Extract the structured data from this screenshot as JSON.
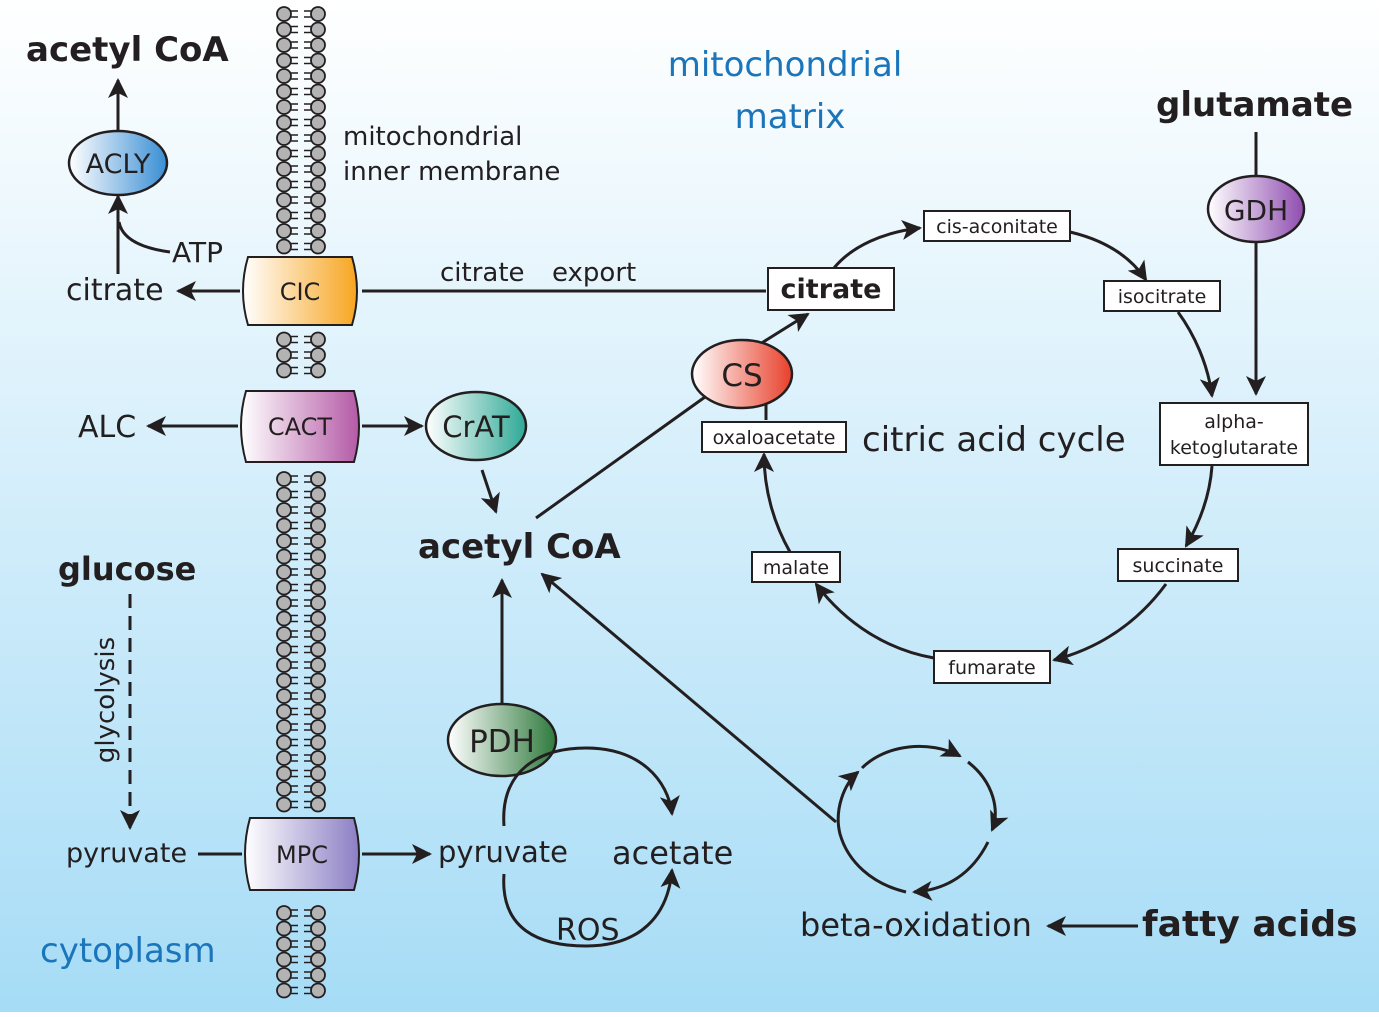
{
  "labels": {
    "acetylcoa_cyto": "acetyl CoA",
    "citrate_cyto": "citrate",
    "atp": "ATP",
    "alc": "ALC",
    "glucose": "glucose",
    "glycolysis": "glycolysis",
    "pyruvate_cyto": "pyruvate",
    "cytoplasm": "cytoplasm",
    "matrix_line1": "mitochondrial",
    "matrix_line2": "matrix",
    "membrane_line1": "mitochondrial",
    "membrane_line2": "inner membrane",
    "citrate_export_1": "citrate",
    "citrate_export_2": "export",
    "acetylcoa_mito": "acetyl CoA",
    "pyruvate_mito": "pyruvate",
    "acetate": "acetate",
    "ros": "ROS",
    "beta_oxidation": "beta-oxidation",
    "fatty_acids": "fatty acids",
    "glutamate": "glutamate",
    "citric_acid_cycle": "citric acid cycle"
  },
  "cycle_boxes": {
    "citrate": "citrate",
    "cis_aconitate": "cis-aconitate",
    "isocitrate": "isocitrate",
    "akg_line1": "alpha-",
    "akg_line2": "ketoglutarate",
    "succinate": "succinate",
    "fumarate": "fumarate",
    "malate": "malate",
    "oxaloacetate": "oxaloacetate"
  },
  "enzymes": {
    "acly": "ACLY",
    "crat": "CrAT",
    "cs": "CS",
    "gdh": "GDH",
    "pdh": "PDH"
  },
  "transporters": {
    "cic": "CIC",
    "cact": "CACT",
    "mpc": "MPC"
  },
  "colors": {
    "region_text": "#1b75bb",
    "background_bottom": "#a6dcf6",
    "acly": "#3a8ed4",
    "crat": "#2fa996",
    "cs": "#e8402b",
    "gdh": "#8f4db0",
    "pdh": "#2f7a3d",
    "cic": "#f7a520",
    "cact": "#b45aa6",
    "mpc": "#8b7fc4",
    "membrane_bead": "#b3b3b3"
  }
}
